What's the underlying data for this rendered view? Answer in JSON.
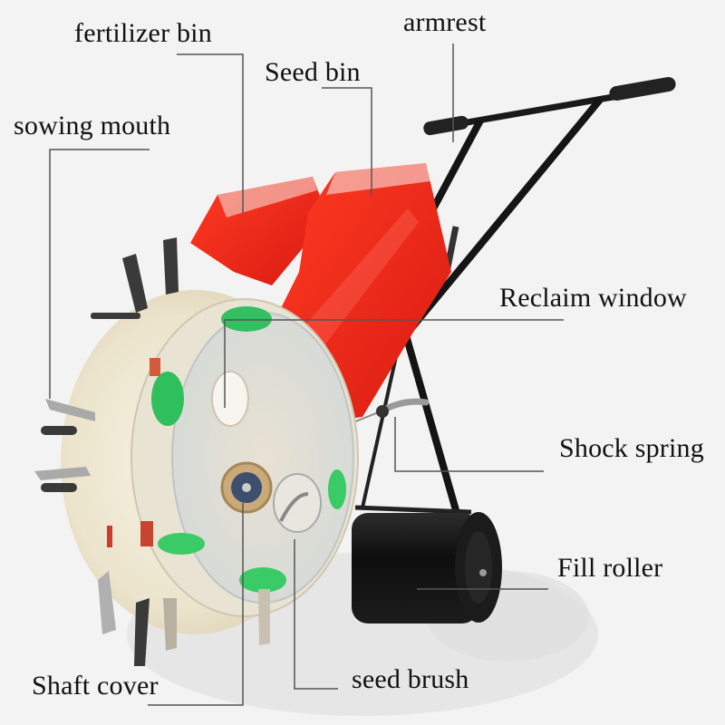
{
  "diagram": {
    "subject": "manual seed planter with fertilizer",
    "background_color": "#f4f3f4",
    "accent_colors": {
      "bin_red": "#e8241a",
      "wheel_cream": "#efe9d6",
      "green_parts": "#33c060",
      "roller_black": "#141414",
      "handle_black": "#1a1a1a",
      "leader_line": "#555555"
    },
    "labels": [
      {
        "id": "fertilizer_bin",
        "text": "fertilizer bin"
      },
      {
        "id": "armrest",
        "text": "armrest"
      },
      {
        "id": "seed_bin",
        "text": "Seed bin"
      },
      {
        "id": "sowing_mouth",
        "text": "sowing mouth"
      },
      {
        "id": "reclaim_window",
        "text": "Reclaim window"
      },
      {
        "id": "shock_spring",
        "text": "Shock spring"
      },
      {
        "id": "fill_roller",
        "text": "Fill roller"
      },
      {
        "id": "shaft_cover",
        "text": "Shaft cover"
      },
      {
        "id": "seed_brush",
        "text": "seed brush"
      }
    ]
  }
}
